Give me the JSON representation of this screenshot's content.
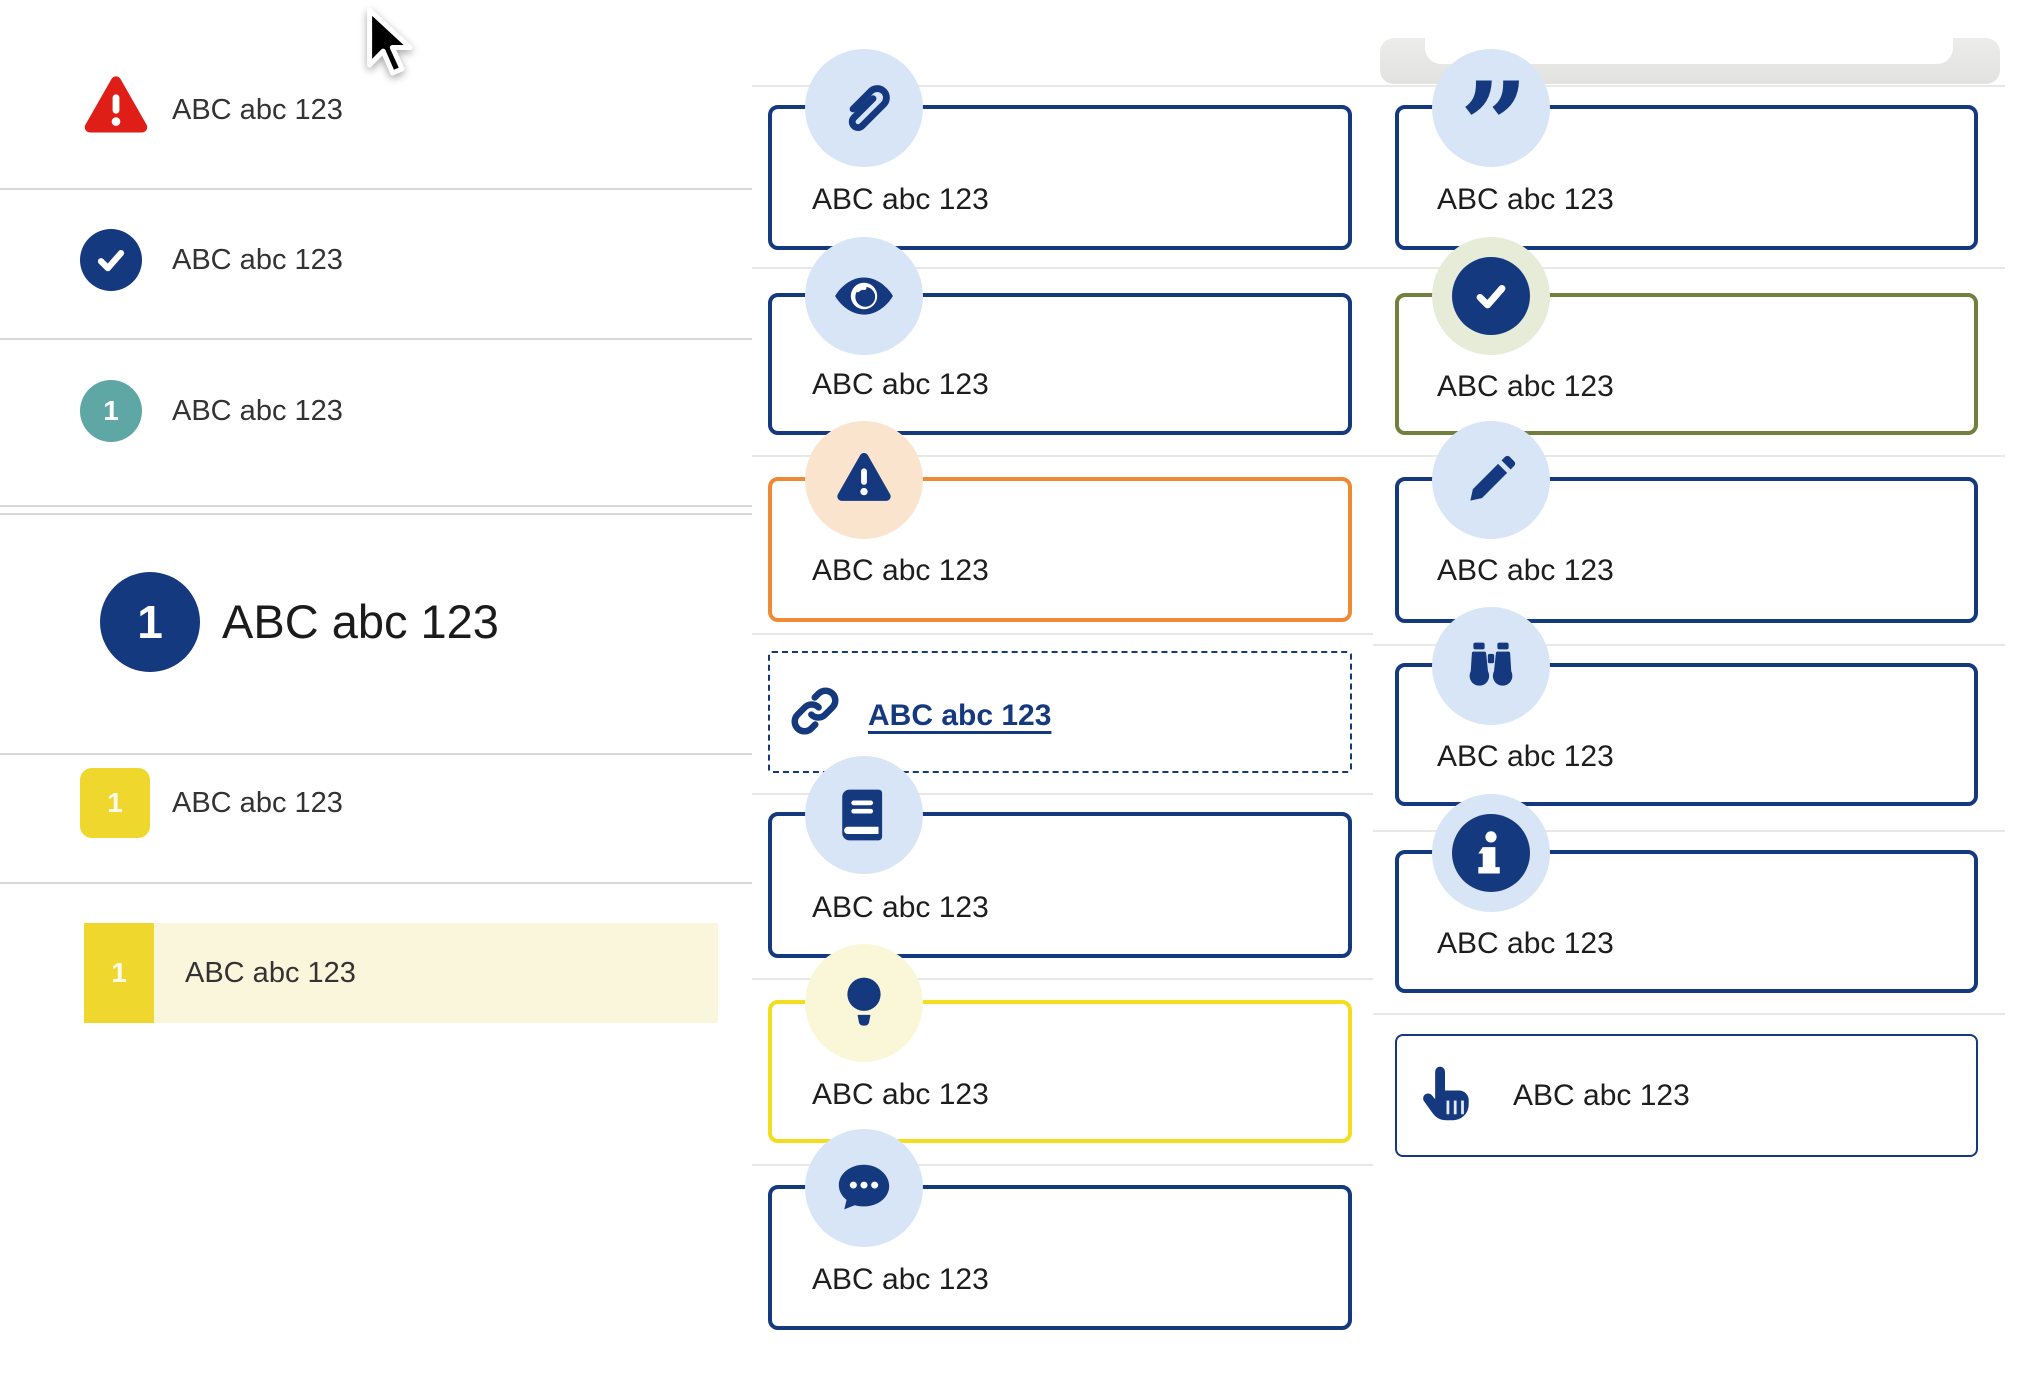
{
  "left_list": {
    "items": [
      {
        "icon": "warning-triangle-icon",
        "label": "ABC abc 123"
      },
      {
        "icon": "check-circle-icon",
        "label": "ABC abc 123"
      },
      {
        "icon": "teal-number-badge",
        "badge": "1",
        "label": "ABC abc 123"
      },
      {
        "icon": "navy-number-badge-large",
        "badge": "1",
        "label": "ABC abc 123"
      },
      {
        "icon": "yellow-number-badge",
        "badge": "1",
        "label": "ABC abc 123"
      },
      {
        "icon": "yellow-number-badge",
        "badge": "1",
        "label": "ABC abc 123",
        "highlighted": true
      }
    ]
  },
  "middle_cards": {
    "items": [
      {
        "icon": "paperclip-icon",
        "variant": "navy",
        "label": "ABC abc 123"
      },
      {
        "icon": "eye-icon",
        "variant": "navy",
        "label": "ABC abc 123"
      },
      {
        "icon": "warning-triangle-icon",
        "variant": "orange",
        "label": "ABC abc 123"
      },
      {
        "icon": "link-icon",
        "variant": "dashed-link",
        "label": "ABC abc 123"
      },
      {
        "icon": "book-icon",
        "variant": "navy",
        "label": "ABC abc 123"
      },
      {
        "icon": "lightbulb-icon",
        "variant": "yellow",
        "label": "ABC abc 123"
      },
      {
        "icon": "chat-bubble-icon",
        "variant": "navy",
        "label": "ABC abc 123"
      }
    ]
  },
  "right_cards": {
    "items": [
      {
        "icon": "quote-icon",
        "variant": "navy",
        "label": "ABC abc 123"
      },
      {
        "icon": "check-circle-icon",
        "variant": "olive",
        "label": "ABC abc 123"
      },
      {
        "icon": "pencil-icon",
        "variant": "navy",
        "label": "ABC abc 123"
      },
      {
        "icon": "binoculars-icon",
        "variant": "navy",
        "label": "ABC abc 123"
      },
      {
        "icon": "info-circle-icon",
        "variant": "navy",
        "label": "ABC abc 123"
      },
      {
        "icon": "hand-point-up-icon",
        "variant": "navy-thin",
        "label": "ABC abc 123"
      }
    ]
  },
  "colors": {
    "navy": "#15397F",
    "red": "#DF1E17",
    "teal": "#5FA7A4",
    "yellow": "#EFD72E",
    "yellow_border": "#F2DE1E",
    "orange": "#EE8936",
    "olive": "#72803E",
    "light_blue_circle": "#D8E5F7",
    "peach_circle": "#FBE4CE",
    "sage_circle": "#E7ECD9",
    "pale_yellow_circle": "#FAF7D9",
    "highlight_row_bg": "#FAF6DB",
    "divider_gray": "#d8d8d8"
  }
}
